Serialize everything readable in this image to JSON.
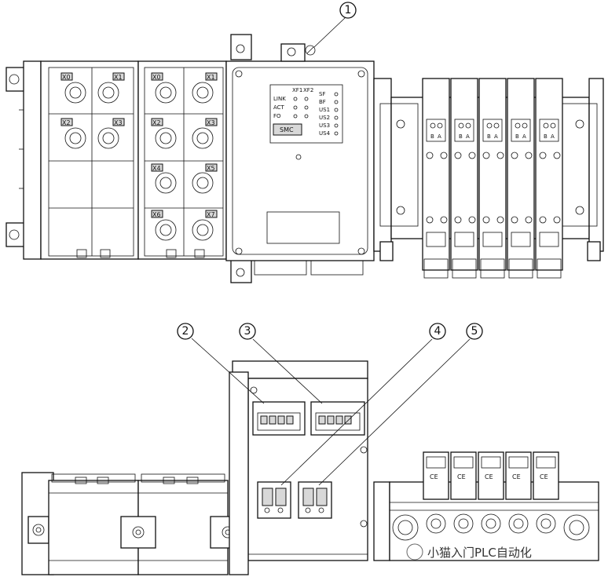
{
  "callouts": [
    "1",
    "2",
    "3",
    "4",
    "5"
  ],
  "io_modules": {
    "module_a_ports": [
      "X0",
      "X1",
      "X2",
      "X3"
    ],
    "module_b_ports": [
      "X0",
      "X1",
      "X2",
      "X3",
      "X4",
      "X5",
      "X6",
      "X7"
    ]
  },
  "si_unit": {
    "port_labels": [
      "XF1",
      "XF2"
    ],
    "led_left": [
      "LINK",
      "ACT",
      "FO"
    ],
    "led_right": [
      "SF",
      "BF",
      "US1",
      "US2",
      "US3",
      "US4"
    ],
    "brand": "SMC"
  },
  "valve_labels": [
    "B",
    "A"
  ],
  "ce_mark": "CE",
  "watermark": "小猫入门PLC自动化"
}
